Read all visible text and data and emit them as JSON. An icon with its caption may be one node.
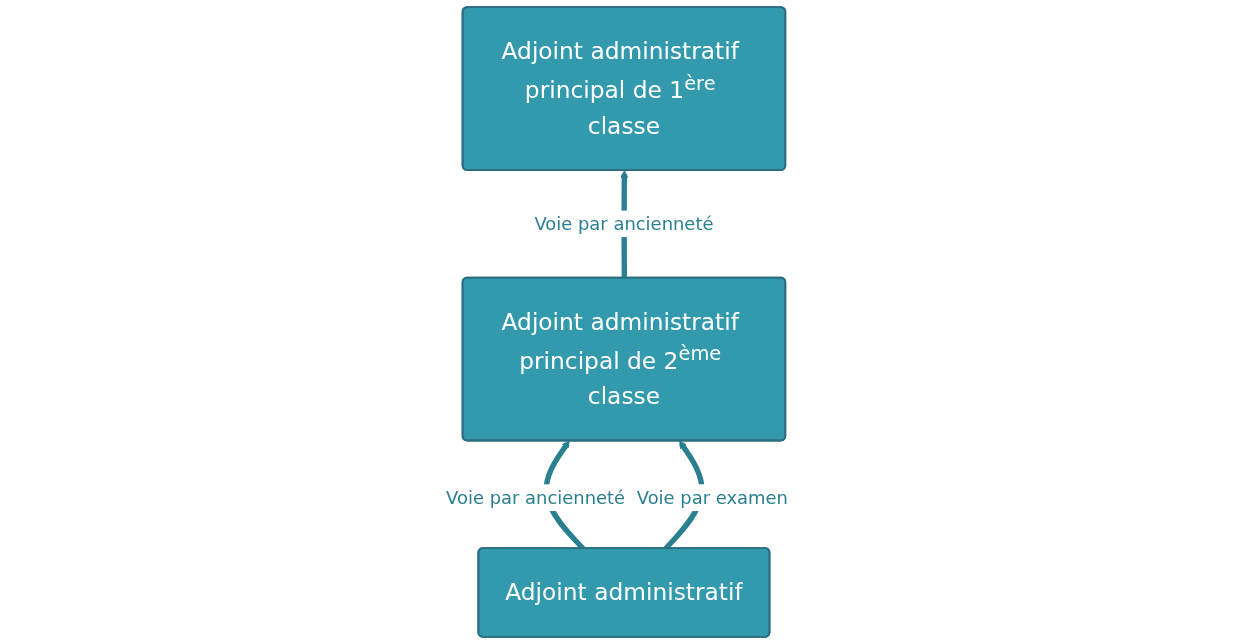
{
  "diagram": {
    "nodes": [
      {
        "text": [
          "Adjoint administratif principal de 1$^{ère}$ classe"
        ]
      },
      {
        "text": [
          "Adjoint administratif principal de 2$^{ème}$ classe"
        ]
      },
      {
        "text": [
          "Adjoint administratif"
        ]
      }
    ],
    "edges": [
      {
        "from": 1,
        "to": 0,
        "arrow": "to",
        "label": "Voie par ancienneté"
      },
      {
        "from": 2,
        "to": 1,
        "arrow": "to",
        "label": "Voie par ancienneté"
      },
      {
        "from": 2,
        "to": 1,
        "arrow": "to",
        "label": "Voie par examen"
      }
    ]
  }
}
